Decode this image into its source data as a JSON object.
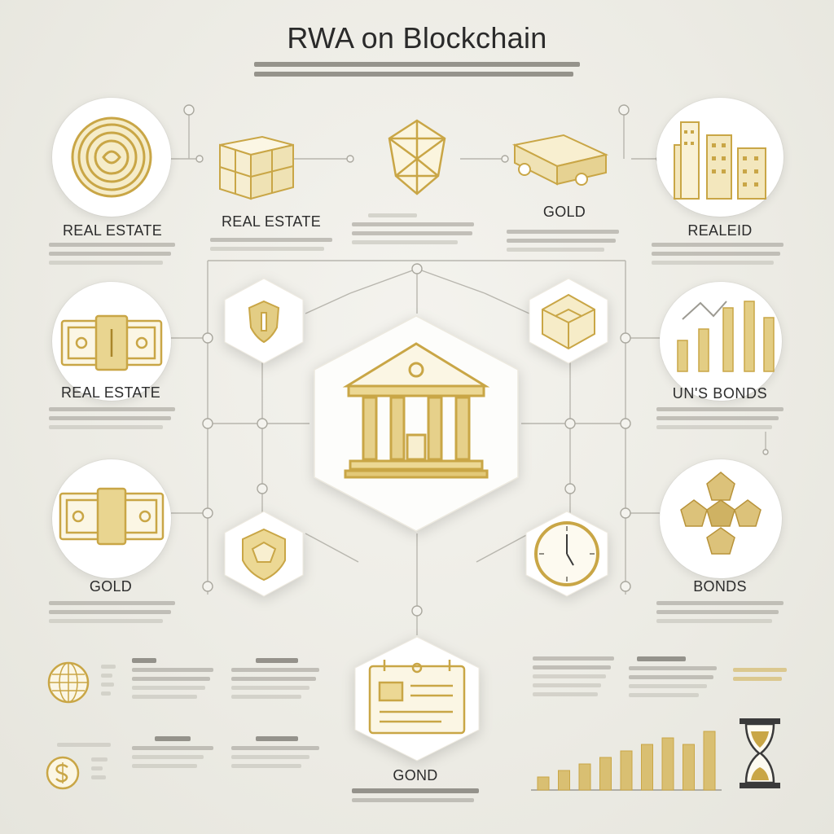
{
  "title": "RWA on Blockchain",
  "colors": {
    "gold": "#c9a646",
    "gold_light": "#e8d79a",
    "wire": "#b8b6ae",
    "panel": "#ffffff"
  },
  "assets": [
    {
      "id": "top-1",
      "label": "REAL ESTATE",
      "icon": "coin-spiral-icon"
    },
    {
      "id": "top-2",
      "label": "REAL ESTATE",
      "icon": "building-blocks-icon"
    },
    {
      "id": "top-3",
      "label": "",
      "icon": "gem-icon"
    },
    {
      "id": "top-4",
      "label": "GOLD",
      "icon": "gold-bar-icon"
    },
    {
      "id": "top-5",
      "label": "REALEID",
      "icon": "city-buildings-icon"
    },
    {
      "id": "mid-left",
      "label": "REAL ESTATE",
      "icon": "banknote-icon"
    },
    {
      "id": "mid-right",
      "label": "UN'S BONDS",
      "icon": "bar-chart-icon"
    },
    {
      "id": "low-left",
      "label": "GOLD",
      "icon": "cash-icon"
    },
    {
      "id": "low-right",
      "label": "BONDS",
      "icon": "gold-nuggets-icon"
    },
    {
      "id": "bottom",
      "label": "GOND",
      "icon": "document-icon"
    }
  ],
  "center": {
    "icon": "bank-icon"
  },
  "satellites": [
    "shield-icon",
    "box-icon",
    "gem-shield-icon",
    "clock-icon"
  ],
  "bottom_chart": {
    "values": [
      2,
      3,
      4,
      5,
      6,
      7,
      8,
      7,
      9
    ]
  },
  "bottom_icons": [
    "globe-icon",
    "dollar-coin-icon",
    "hourglass-icon"
  ]
}
